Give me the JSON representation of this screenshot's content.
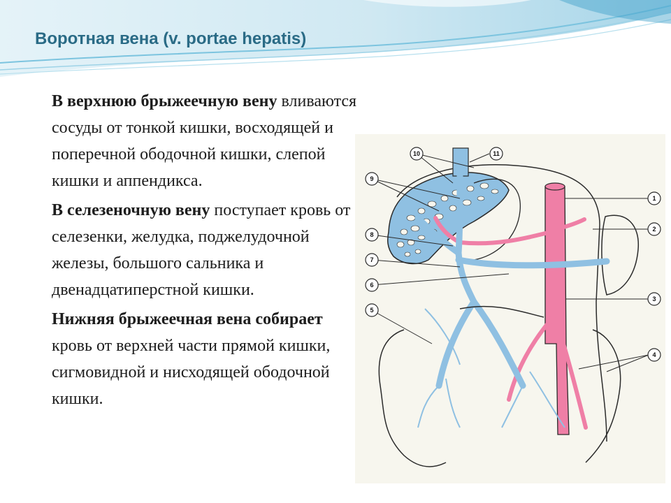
{
  "slide": {
    "title": "Воротная вена (v. portae hepatis)",
    "paragraphs": [
      {
        "lead": "В верхнюю брыжеечную вену",
        "rest": "  вливаются сосуды от тонкой кишки, восходящей и поперечной ободочной кишки, слепой кишки и аппендикса."
      },
      {
        "lead": "В селезеночную вену",
        "rest": " поступает кровь от селезенки, желудка, поджелудочной железы, большого сальника и двенадцатиперстной кишки."
      },
      {
        "lead": "Нижняя брыжеечная вена собирает",
        "rest": " кровь от верхней части прямой кишки, сигмовидной и нисходящей ободочной кишки."
      }
    ]
  },
  "figure": {
    "labels_left": [
      "10",
      "9",
      "8",
      "7",
      "6",
      "5"
    ],
    "labels_top": [
      "11"
    ],
    "labels_right": [
      "1",
      "2",
      "3",
      "4"
    ],
    "colors": {
      "vein": "#8fc0e2",
      "artery": "#ef7fa6",
      "outline": "#2b2b2b",
      "background": "#f7f6ee"
    }
  }
}
